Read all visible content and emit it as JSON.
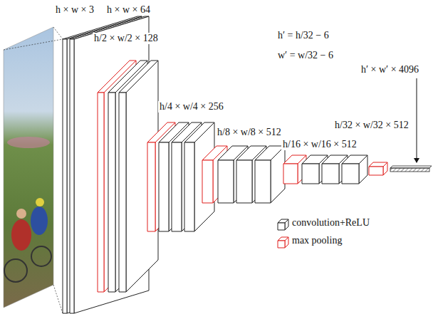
{
  "diagram": {
    "labels": [
      "h × w × 3",
      "h × w × 64",
      "h/2 × w/2 × 128",
      "h/4 × w/4 × 256",
      "h/8 × w/8 × 512",
      "h/16 × w/16 × 512",
      "h/32 × w/32 × 512",
      "h′ = h/32 − 6",
      "w′ = w/32 − 6",
      "h′ × w′ × 4096"
    ],
    "legend": [
      {
        "text": "convolution+ReLU"
      },
      {
        "text": "max pooling"
      }
    ]
  }
}
